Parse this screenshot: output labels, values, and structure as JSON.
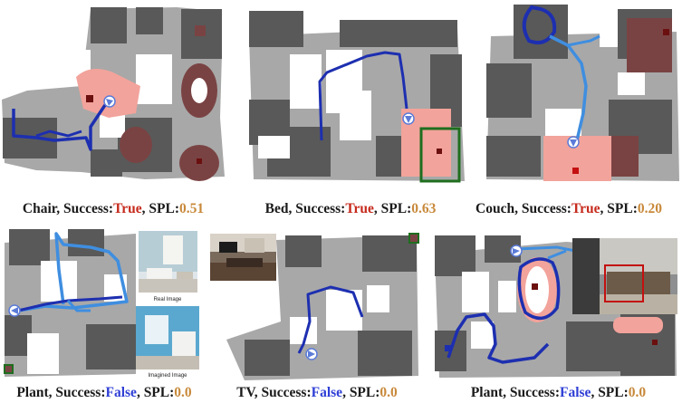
{
  "figure": {
    "panels": [
      {
        "object": "Chair",
        "success_label": "Success:",
        "success": "True",
        "spl_label": "SPL:",
        "spl": "0.51"
      },
      {
        "object": "Bed",
        "success_label": "Success:",
        "success": "True",
        "spl_label": "SPL:",
        "spl": "0.63"
      },
      {
        "object": "Couch",
        "success_label": "Success:",
        "success": "True",
        "spl_label": "SPL:",
        "spl": "0.20"
      },
      {
        "object": "Plant",
        "success_label": "Success:",
        "success": "False",
        "spl_label": "SPL:",
        "spl": "0.0"
      },
      {
        "object": "TV",
        "success_label": "Success:",
        "success": "False",
        "spl_label": "SPL:",
        "spl": "0.0"
      },
      {
        "object": "Plant",
        "success_label": "Success:",
        "success": "False",
        "spl_label": "SPL:",
        "spl": "0.0"
      }
    ],
    "inset_labels": {
      "real": "Real Image",
      "imagined": "Imagined Image"
    },
    "colors": {
      "true": "#c62a1c",
      "false": "#2f3fd6",
      "spl": "#c8893a",
      "obstacle": "#595959",
      "explored": "#a8a8a8",
      "goal_region": "#f2a39b",
      "goal_dark": "#7a4343",
      "path_dark": "#1d2fb0",
      "path_light": "#3f8ee0",
      "goal_box": "#1f6e1f"
    }
  }
}
